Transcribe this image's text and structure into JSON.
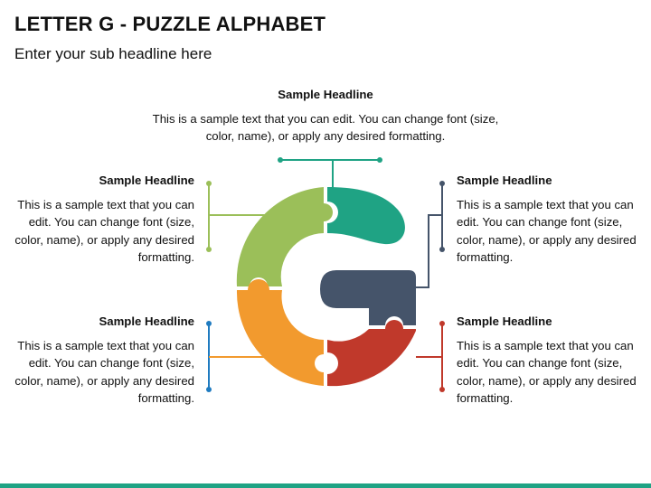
{
  "title": "LETTER G - PUZZLE ALPHABET",
  "subtitle": "Enter your sub headline here",
  "colors": {
    "green": "#9BBF59",
    "teal": "#1FA384",
    "slate": "#45546A",
    "red": "#C0392B",
    "orange": "#F29A2E",
    "bar": "#1FA384"
  },
  "blocks": {
    "top": {
      "headline": "Sample Headline",
      "text": "This is a sample text that you can edit. You can change font (size, color, name), or apply any desired formatting."
    },
    "top_left": {
      "headline": "Sample Headline",
      "text": "This is a sample text that you can edit. You can change font (size, color, name), or apply any desired formatting."
    },
    "top_right": {
      "headline": "Sample Headline",
      "text": "This is a sample text that you can edit. You can change font (size, color, name), or apply any desired formatting."
    },
    "bottom_left": {
      "headline": "Sample Headline",
      "text": "This is a sample text that you can edit. You can change font (size, color, name), or apply any desired formatting."
    },
    "bottom_right": {
      "headline": "Sample Headline",
      "text": "This is a sample text that you can edit. You can change font (size, color, name), or apply any desired formatting."
    }
  }
}
